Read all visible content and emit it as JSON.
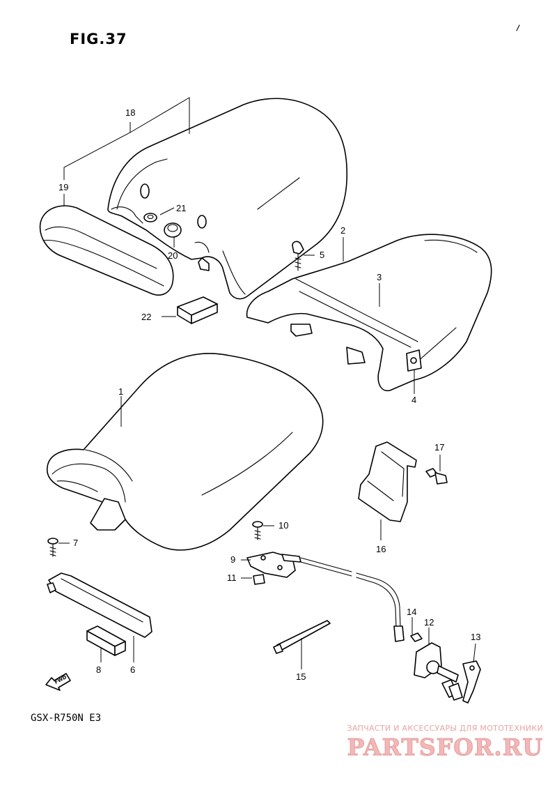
{
  "figure": {
    "title": "FIG.37",
    "model": "GSX-R750N E3"
  },
  "direction_tag": "FWD",
  "watermark": {
    "tagline": "ЗАПЧАСТИ И АКСЕССУАРЫ ДЛЯ МОТОТЕХНИКИ",
    "logo": "PARTSFOR.RU"
  },
  "callouts": {
    "c1": "1",
    "c2": "2",
    "c3": "3",
    "c4": "4",
    "c5": "5",
    "c6": "6",
    "c7": "7",
    "c8": "8",
    "c9": "9",
    "c10": "10",
    "c11": "11",
    "c12": "12",
    "c13": "13",
    "c14": "14",
    "c15": "15",
    "c16": "16",
    "c17": "17",
    "c18": "18",
    "c19": "19",
    "c20": "20",
    "c21": "21",
    "c22": "22"
  }
}
